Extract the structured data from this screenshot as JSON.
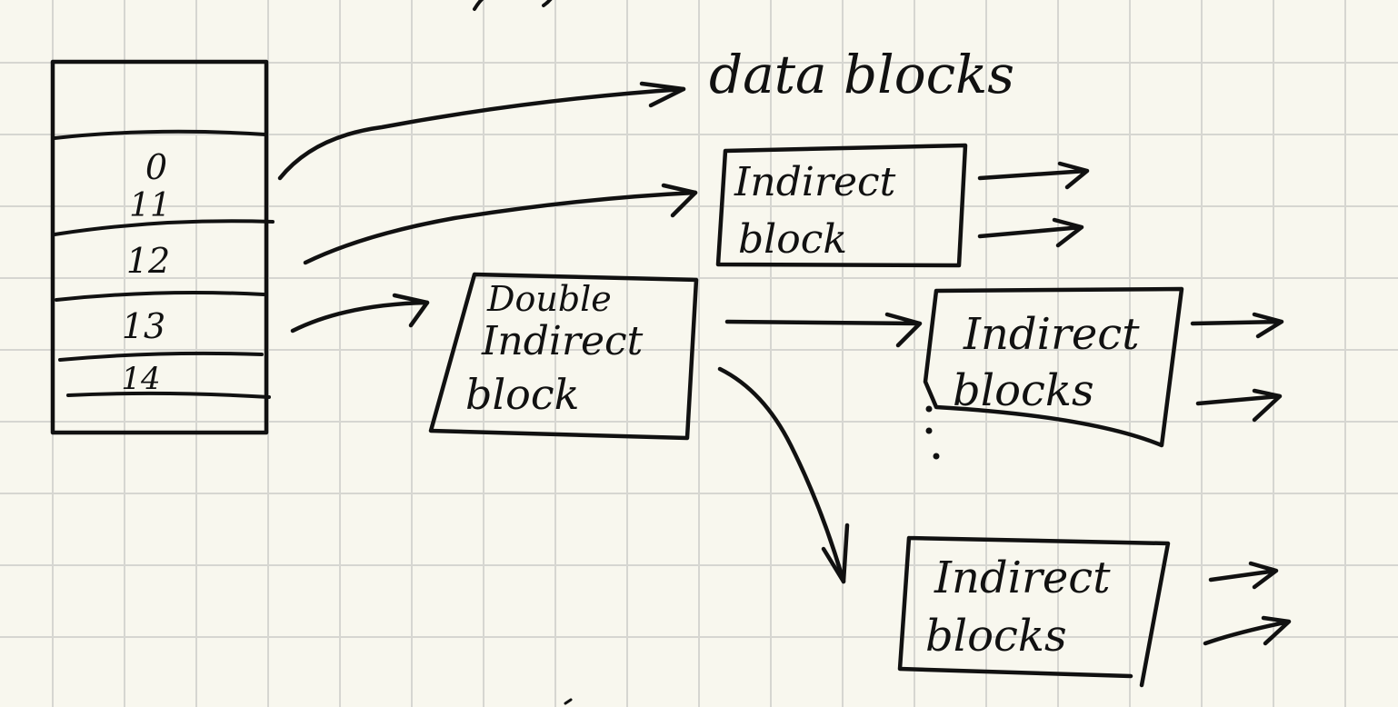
{
  "colors": {
    "paper": "#f8f7ee",
    "grid": "#d6d6d1",
    "ink": "#111111"
  },
  "inode": {
    "entries": [
      "0",
      "11",
      "12",
      "13",
      "14"
    ]
  },
  "labels": {
    "data_blocks": "data blocks",
    "indirect_block": [
      "Indirect",
      "block"
    ],
    "double_indirect_block": [
      "Double",
      "Indirect",
      "block"
    ],
    "indirect_blocks_upper": [
      "Indirect",
      "blocks"
    ],
    "indirect_blocks_lower": [
      "Indirect",
      "blocks"
    ]
  }
}
